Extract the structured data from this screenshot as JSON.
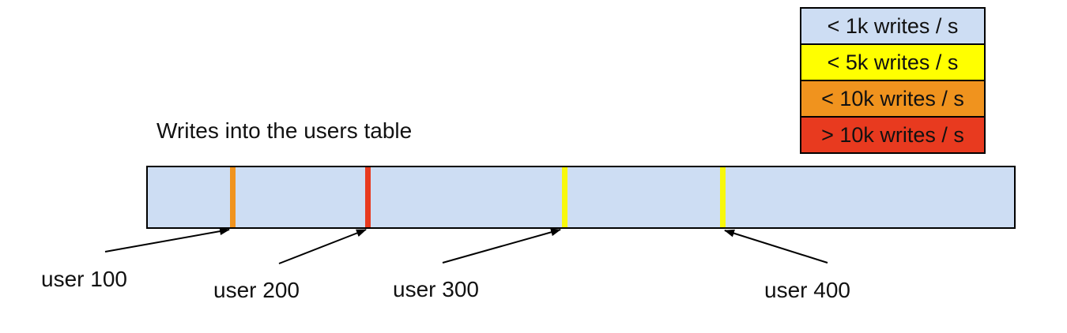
{
  "diagram": {
    "title": "Writes into the users table",
    "bar_fill": "#cdddf3",
    "markers": [
      {
        "label": "user 100",
        "stripe_color": "#f0931e"
      },
      {
        "label": "user 200",
        "stripe_color": "#e83a1f"
      },
      {
        "label": "user 300",
        "stripe_color": "#f8f80b"
      },
      {
        "label": "user 400",
        "stripe_color": "#f8f80b"
      }
    ]
  },
  "legend": {
    "items": [
      {
        "label": "< 1k writes / s",
        "color": "#cdddf3"
      },
      {
        "label": "< 5k writes / s",
        "color": "#ffff00"
      },
      {
        "label": "< 10k writes / s",
        "color": "#f0931e"
      },
      {
        "label": "> 10k writes / s",
        "color": "#e83a1f"
      }
    ]
  }
}
